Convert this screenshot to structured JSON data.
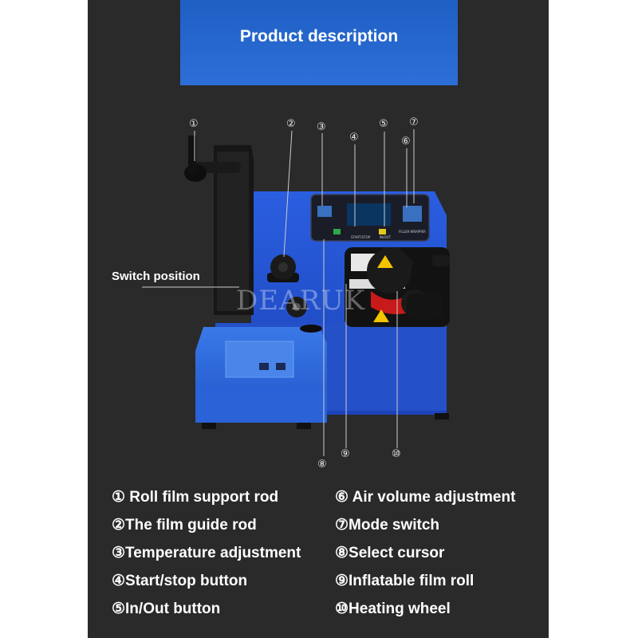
{
  "header": {
    "title": "Product description"
  },
  "switch_label": "Switch position",
  "watermark": "DEARUK",
  "markers": [
    "①",
    "②",
    "③",
    "④",
    "⑤",
    "⑥",
    "⑦",
    "⑧",
    "⑨",
    "⑩"
  ],
  "panel_labels": {
    "start_stop": "START/STOP",
    "in_out": "IN/OUT",
    "mode": "FILLER·WRAPPER"
  },
  "legend_left": [
    "① Roll film support rod",
    "②The film guide rod",
    "③Temperature adjustment",
    "④Start/stop button",
    "⑤In/Out button"
  ],
  "legend_right": [
    "⑥ Air volume adjustment",
    "⑦Mode switch",
    "⑧Select cursor",
    "⑨Inflatable film roll",
    "⑩Heating wheel"
  ],
  "colors": {
    "background": "#2a2a2a",
    "banner": "#2467d0",
    "machine_blue": "#1f4fd0"
  }
}
